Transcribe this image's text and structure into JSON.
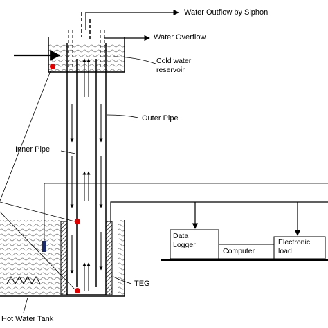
{
  "labels": {
    "siphon": "Water Outflow by Siphon",
    "overflow": "Water Overflow",
    "cold_line1": "Cold water",
    "cold_line2": "reservoir",
    "outer_pipe": "Outer Pipe",
    "inner_pipe": "Inner Pipe",
    "data_logger_line1": "Data",
    "data_logger_line2": "Logger",
    "computer": "Computer",
    "electronic_line1": "Electronic",
    "electronic_line2": "load",
    "teg": "TEG",
    "hot_tank": "Hot Water Tank"
  },
  "colors": {
    "line": "#000000",
    "water_wave": "#7a7a7a",
    "sensor": "#e00000"
  }
}
